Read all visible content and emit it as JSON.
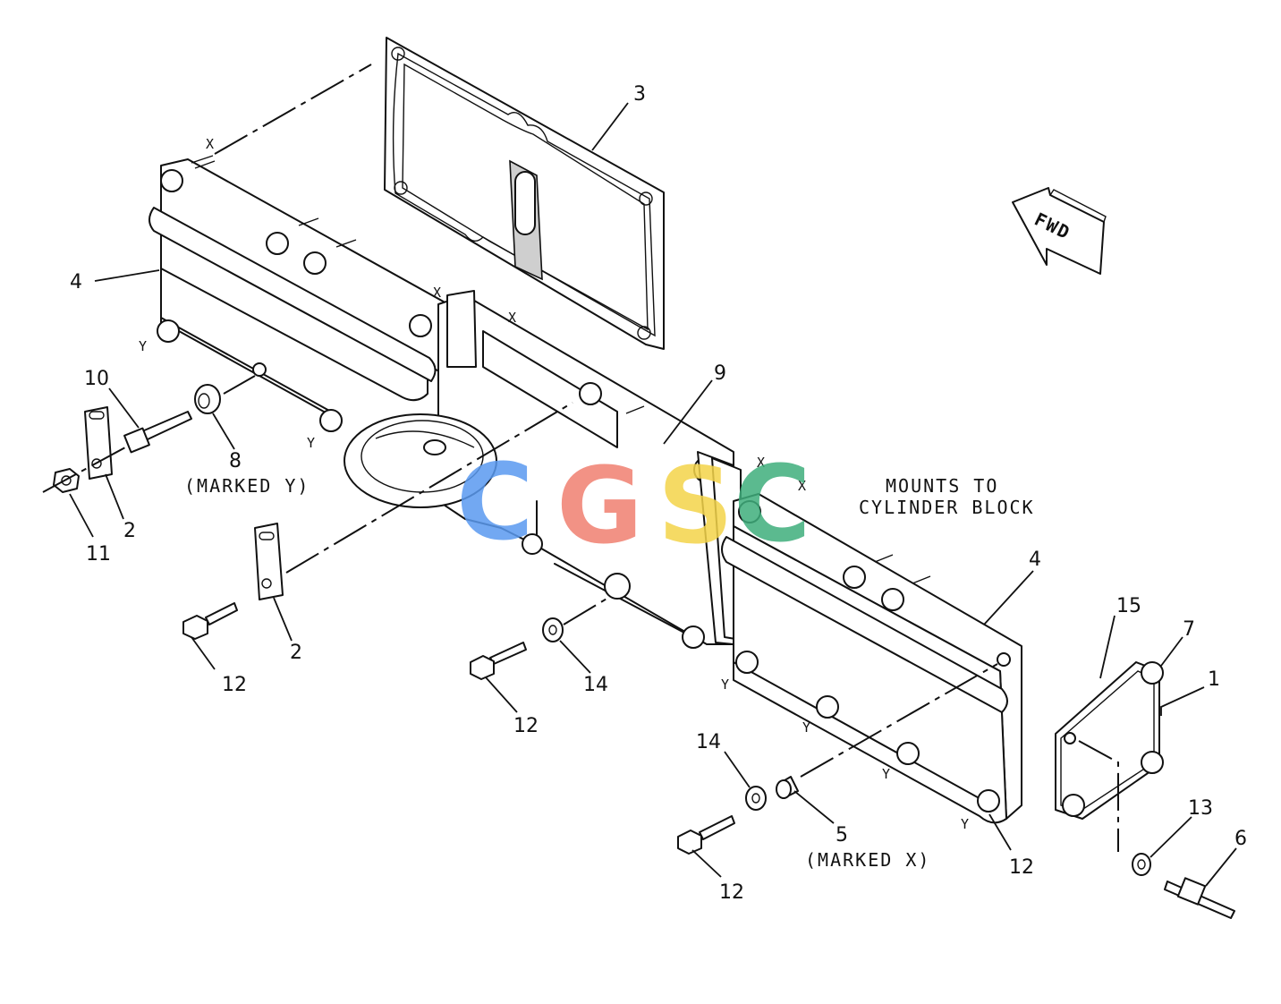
{
  "watermark": {
    "c1": "C",
    "g": "G",
    "s": "S",
    "c2": "C",
    "colors": {
      "blue": "#5a9af0",
      "red": "#f08070",
      "yellow": "#f4d44a",
      "green": "#3fae7c"
    }
  },
  "fwd_label": "FWD",
  "annotations": {
    "marked_y": "(MARKED Y)",
    "marked_x": "(MARKED X)",
    "mounts_line1": "MOUNTS TO",
    "mounts_line2": "CYLINDER BLOCK"
  },
  "markers": {
    "x": "X",
    "y": "Y"
  },
  "callouts": {
    "c3": "3",
    "c4a": "4",
    "c4b": "4",
    "c10": "10",
    "c8": "8",
    "c2a": "2",
    "c2b": "2",
    "c11": "11",
    "c12a": "12",
    "c12b": "12",
    "c12c": "12",
    "c12d": "12",
    "c9": "9",
    "c14a": "14",
    "c14b": "14",
    "c5": "5",
    "c15": "15",
    "c7": "7",
    "c1": "1",
    "c13": "13",
    "c6": "6"
  }
}
